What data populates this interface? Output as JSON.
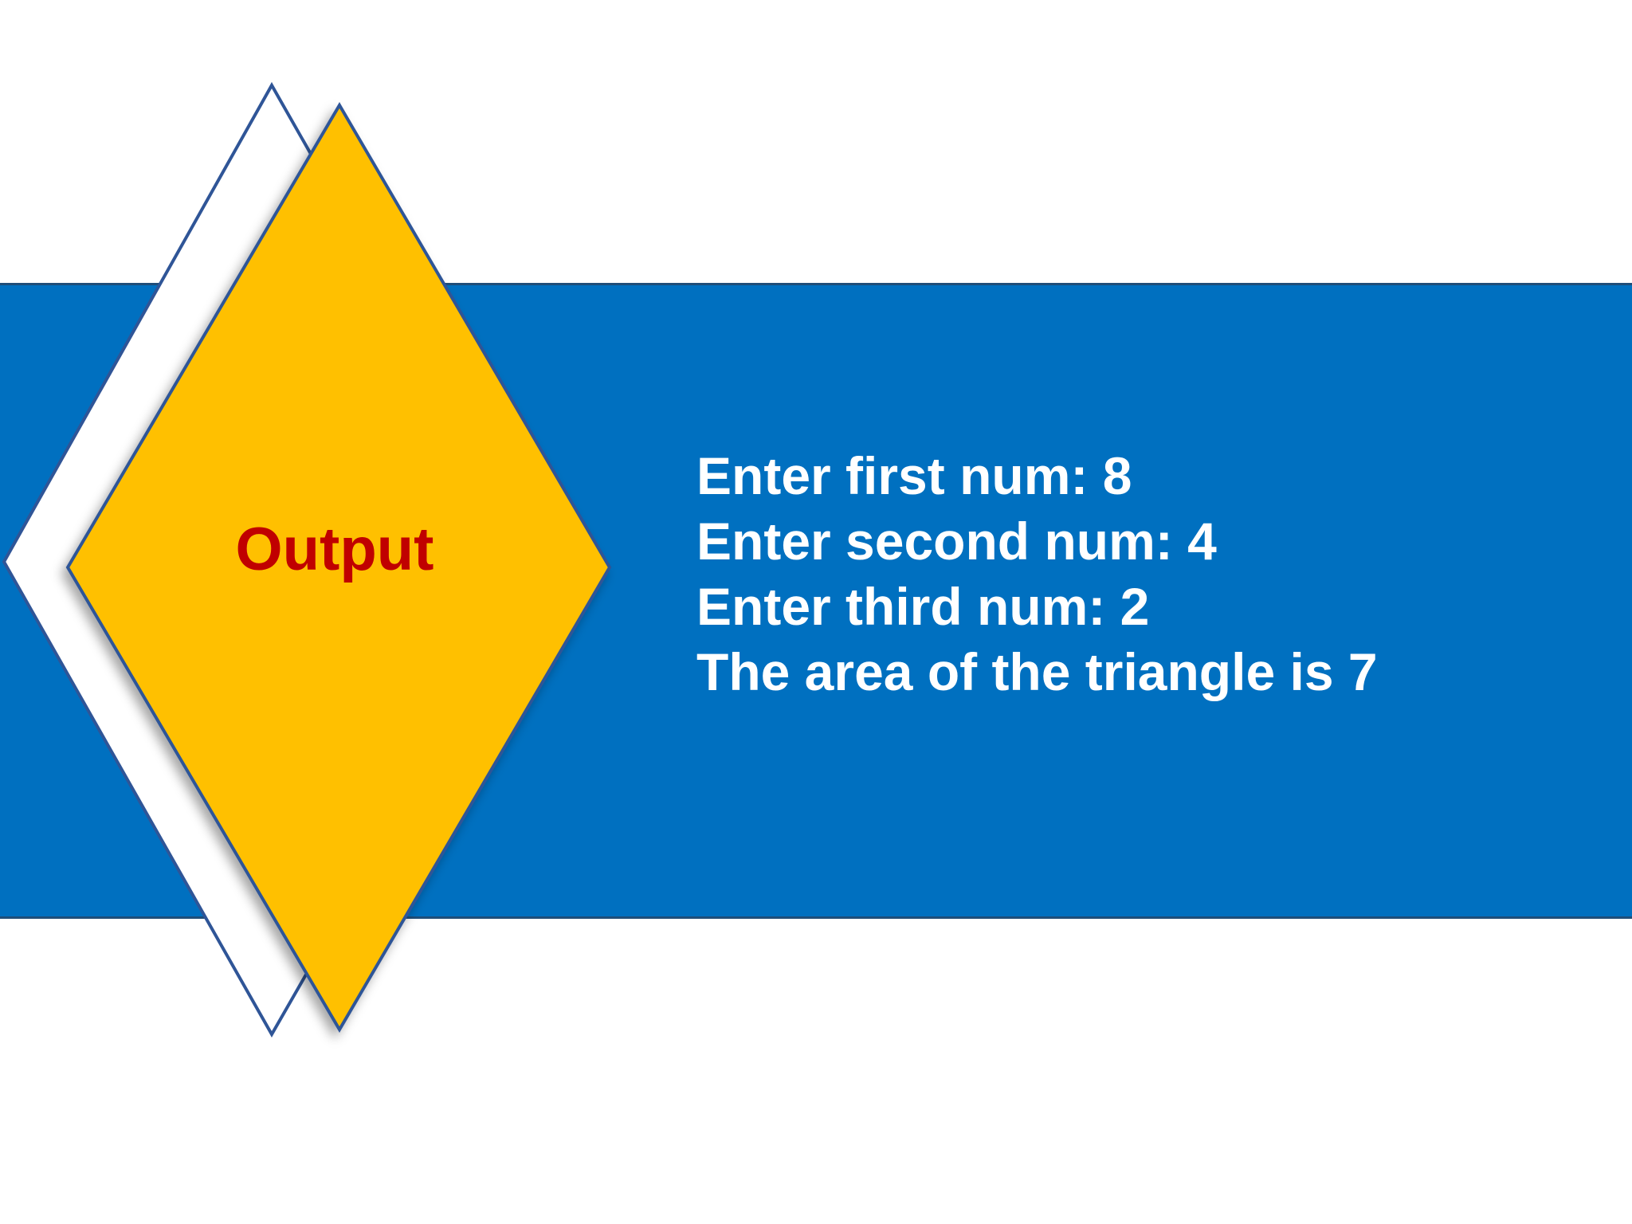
{
  "slide": {
    "heading": "Output",
    "lines": [
      "Enter first num: 8",
      "Enter second num: 4",
      "Enter third num: 2",
      "The area of the triangle is 7"
    ]
  },
  "colors": {
    "band": "#0070C0",
    "diamond_front": "#FFC000",
    "diamond_back": "#FFFFFF",
    "outline": "#2F5597",
    "heading": "#C00000",
    "text": "#FFFFFF"
  }
}
